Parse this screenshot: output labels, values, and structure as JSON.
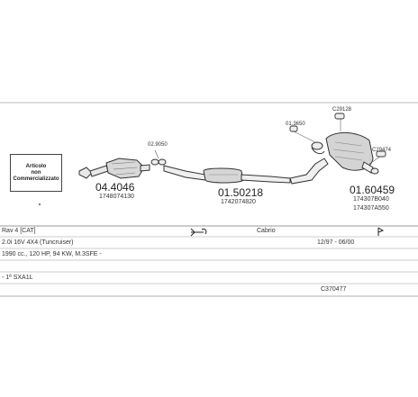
{
  "legend_box": {
    "text": "Articolo\nnon\nCommercializzato"
  },
  "parts": [
    {
      "code": "04.4046",
      "ref": "1748074130"
    },
    {
      "code": "01.50218",
      "ref": "1742074820"
    },
    {
      "code": "01.60459",
      "ref": "174307B040",
      "ref2": "174307A550"
    }
  ],
  "small_refs": [
    "02.9050",
    "01.3650",
    "C29128",
    "C29474"
  ],
  "rows": {
    "model": "Rav 4  [CAT]",
    "model_icon": "wrench-icon",
    "body": "Cabrio",
    "body_icon": "bracket-icon",
    "engine": "2.0i 16V 4X4 (Tuncruiser)",
    "period": "12/97 - 06/00",
    "specs": "1990 cc., 120 HP, 94 KW, M.3SFE -",
    "note": "- 1ª SXA1L",
    "catalog": "C370477"
  }
}
